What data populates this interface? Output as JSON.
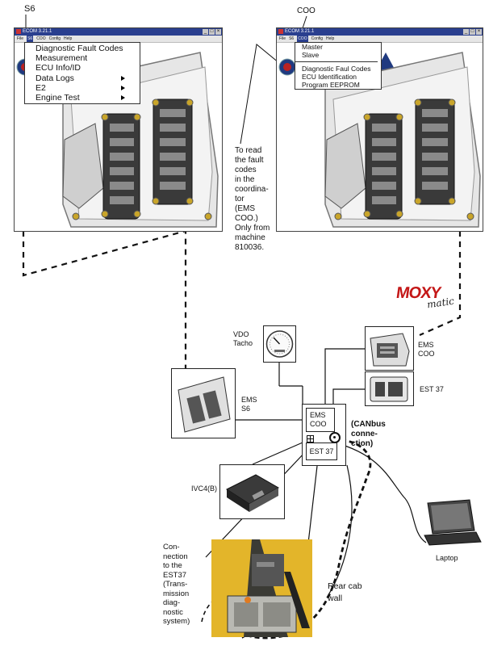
{
  "callouts": {
    "s6": "S6",
    "coo": "COO"
  },
  "left_window": {
    "title": "ECOM 3.21.1",
    "menu": [
      "File",
      "S6",
      "COO",
      "Config",
      "Help"
    ],
    "selected_menu": "S6",
    "dropdown": [
      {
        "label": "Diagnostic Fault Codes",
        "submenu": false
      },
      {
        "label": "Measurement",
        "submenu": false
      },
      {
        "label": "ECU Info/ID",
        "submenu": false
      },
      {
        "label": "Data Logs",
        "submenu": true
      },
      {
        "label": "E2",
        "submenu": true
      },
      {
        "label": "Engine Test",
        "submenu": true
      }
    ]
  },
  "right_window": {
    "title": "ECOM 3.21.1",
    "menu": [
      "File",
      "S6",
      "COO",
      "Config",
      "Help"
    ],
    "selected_menu": "COO",
    "dropdown": [
      "Master",
      "Slave",
      "Diagnostic Faul Codes",
      "ECU Identification",
      "Program EEPROM"
    ]
  },
  "note": [
    "To read",
    "the fault",
    "codes",
    "in the",
    "coordina-",
    "tor",
    "(EMS",
    "COO.)",
    "Only from",
    "machine",
    "810036."
  ],
  "logo": {
    "main": "MOXY",
    "script": "matic"
  },
  "components": {
    "vdo_tacho": [
      "VDO",
      "Tacho"
    ],
    "ems_coo": [
      "EMS",
      "COO"
    ],
    "est37": "EST 37",
    "ems_s6": [
      "EMS",
      "S6"
    ],
    "ivc4": "IVC4(B)",
    "central_ems_coo": [
      "EMS",
      "COO"
    ],
    "central_est37": "EST 37",
    "canbus": [
      "(CANbus",
      "conne-",
      "ction)"
    ],
    "laptop": "Laptop",
    "rear_cab_wall": [
      "Rear cab",
      "wall"
    ],
    "connection": [
      "Con-",
      "nection",
      "to the",
      "EST37",
      "(Trans-",
      "mission",
      "diag-",
      "nostic",
      "system)"
    ]
  },
  "colors": {
    "titlebar": "#2a3f8f",
    "photo_yellow": "#e3b52a",
    "logo_red": "#c41818"
  }
}
